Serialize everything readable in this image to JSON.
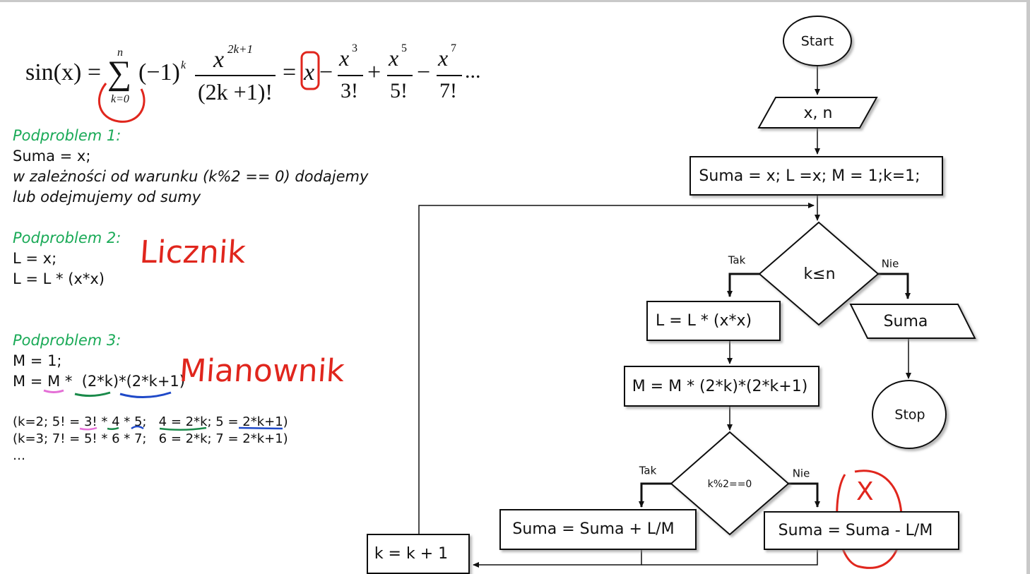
{
  "formula": {
    "lhs": "sin(x) =",
    "sum_sign": "∑",
    "sum_upper": "n",
    "sum_lower": "k=0",
    "term": "(−1)",
    "term_exp": "k",
    "frac_num_base": "x",
    "frac_num_exp": "2k+1",
    "frac_den": "(2k +1)!",
    "eq2": "=",
    "x": "x",
    "minus1": "−",
    "t3_num": "x",
    "t3_exp": "3",
    "t3_den": "3!",
    "plus": "+",
    "t5_num": "x",
    "t5_exp": "5",
    "t5_den": "5!",
    "minus2": "−",
    "t7_num": "x",
    "t7_exp": "7",
    "t7_den": "7!",
    "dots": "..."
  },
  "left": {
    "p1_title": "Podproblem 1:",
    "p1_line1": "Suma = x;",
    "p1_line2": "w zależności od warunku (k%2 == 0) dodajemy",
    "p1_line3": "lub odejmujemy od sumy",
    "p2_title": "Podproblem 2:",
    "p2_line1": "L = x;",
    "p2_line2": "L = L * (x*x)",
    "p3_title": "Podproblem 3:",
    "p3_line1": "M = 1;",
    "p3_line2": "M = M *  (2*k)*(2*k+1)",
    "ex_line1": "(k=2; 5! = 3! * 4 * 5;   4 = 2*k; 5 = 2*k+1)",
    "ex_line2": "(k=3; 7! = 5! * 6 * 7;   6 = 2*k; 7 = 2*k+1)",
    "ex_line3": "…"
  },
  "handwriting": {
    "licznik": "Licznik",
    "mianownik": "Mianownik",
    "cross": "X"
  },
  "flowchart": {
    "start": "Start",
    "input": "x, n",
    "init": "Suma = x; L =x; M = 1;k=1;",
    "cond1": "k≤n",
    "cond1_yes": "Tak",
    "cond1_no": "Nie",
    "step_l": "L = L * (x*x)",
    "output": "Suma",
    "step_m": "M = M * (2*k)*(2*k+1)",
    "stop": "Stop",
    "cond2": "k%2==0",
    "cond2_yes": "Tak",
    "cond2_no": "Nie",
    "add": "Suma = Suma + L/M",
    "sub": "Suma = Suma - L/M",
    "inc": "k = k + 1"
  },
  "colors": {
    "heading_green": "#1aaa57",
    "annotation_red": "#e0261d",
    "underline_green": "#1a8a4a",
    "underline_blue": "#1f49c8",
    "underline_pink": "#e46fd6"
  }
}
